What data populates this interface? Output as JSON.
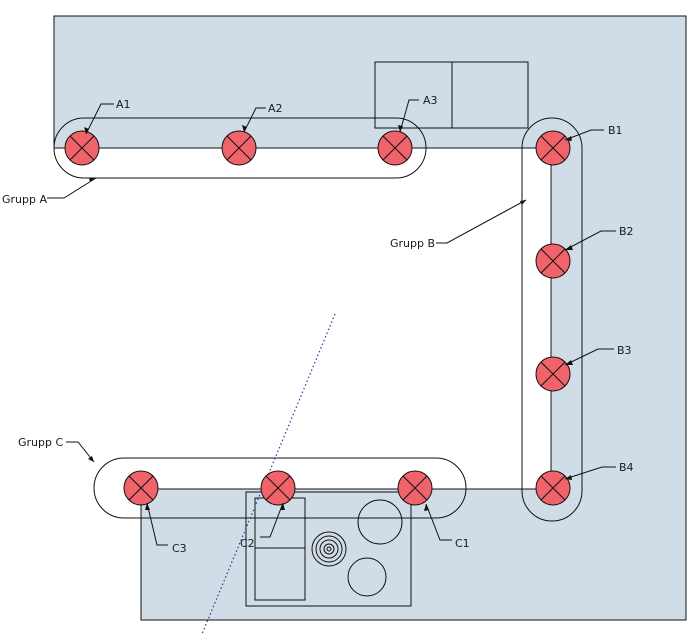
{
  "diagram": {
    "colors": {
      "room_fill": "#d1dde6",
      "light_fill": "#f0636b",
      "stroke": "#111111",
      "guide_dots": "#2a3a9a",
      "background": "#ffffff"
    },
    "groups": [
      {
        "id": "A",
        "label": "Grupp A",
        "lights": [
          "A1",
          "A2",
          "A3"
        ]
      },
      {
        "id": "B",
        "label": "Grupp B",
        "lights": [
          "B1",
          "B2",
          "B3",
          "B4"
        ]
      },
      {
        "id": "C",
        "label": "Grupp C",
        "lights": [
          "C1",
          "C2",
          "C3"
        ]
      }
    ],
    "fixture_icon": "ceiling-light-x-icon",
    "appliance_icons": [
      "cabinet-icon",
      "cooktop-icon",
      "burner-icon"
    ]
  }
}
